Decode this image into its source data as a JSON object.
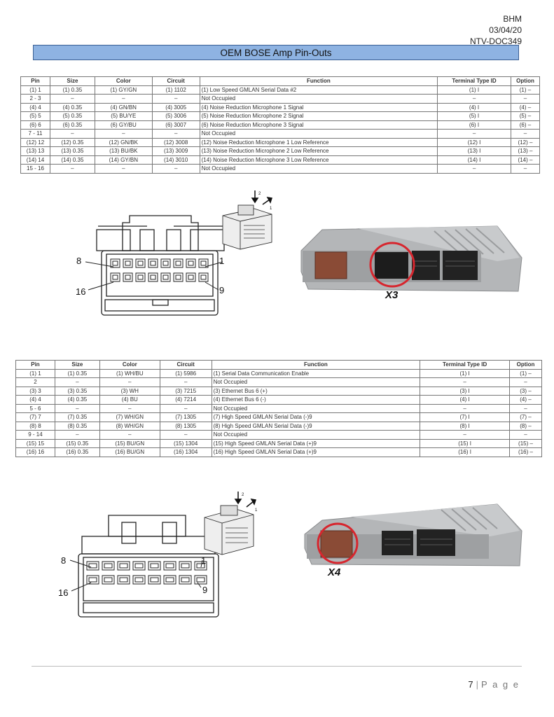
{
  "header": {
    "line1": "BHM",
    "line2": "03/04/20",
    "line3": "NTV-DOC349"
  },
  "title": "OEM BOSE Amp Pin-Outs",
  "columns": [
    "Pin",
    "Size",
    "Color",
    "Circuit",
    "Function",
    "Terminal Type ID",
    "Option"
  ],
  "table1": [
    [
      "(1) 1",
      "(1) 0.35",
      "(1) GY/GN",
      "(1) 1102",
      "(1) Low Speed GMLAN Serial Data #2",
      "(1) I",
      "(1) –"
    ],
    [
      "2 - 3",
      "–",
      "–",
      "–",
      "Not Occupied",
      "–",
      "–"
    ],
    [
      "(4) 4",
      "(4) 0.35",
      "(4) GN/BN",
      "(4) 3005",
      "(4) Noise Reduction Microphone 1 Signal",
      "(4) I",
      "(4) –"
    ],
    [
      "(5) 5",
      "(5) 0.35",
      "(5) BU/YE",
      "(5) 3006",
      "(5) Noise Reduction Microphone 2 Signal",
      "(5) I",
      "(5) –"
    ],
    [
      "(6) 6",
      "(6) 0.35",
      "(6) GY/BU",
      "(6) 3007",
      "(6) Noise Reduction Microphone 3 Signal",
      "(6) I",
      "(6) –"
    ],
    [
      "7 - 11",
      "–",
      "–",
      "–",
      "Not Occupied",
      "–",
      "–"
    ],
    [
      "(12) 12",
      "(12) 0.35",
      "(12) GN/BK",
      "(12) 3008",
      "(12) Noise Reduction Microphone 1 Low Reference",
      "(12) I",
      "(12) –"
    ],
    [
      "(13) 13",
      "(13) 0.35",
      "(13) BU/BK",
      "(13) 3009",
      "(13) Noise Reduction Microphone 2 Low Reference",
      "(13) I",
      "(13) –"
    ],
    [
      "(14) 14",
      "(14) 0.35",
      "(14) GY/BN",
      "(14) 3010",
      "(14) Noise Reduction Microphone 3 Low Reference",
      "(14) I",
      "(14) –"
    ],
    [
      "15 - 16",
      "–",
      "–",
      "–",
      "Not Occupied",
      "–",
      "–"
    ]
  ],
  "table2": [
    [
      "(1) 1",
      "(1) 0.35",
      "(1) WH/BU",
      "(1) 5986",
      "(1) Serial Data Communication Enable",
      "(1) I",
      "(1) –"
    ],
    [
      "2",
      "–",
      "–",
      "–",
      "Not Occupied",
      "–",
      "–"
    ],
    [
      "(3) 3",
      "(3) 0.35",
      "(3) WH",
      "(3) 7215",
      "(3) Ethernet Bus 6 (+)",
      "(3) I",
      "(3) –"
    ],
    [
      "(4) 4",
      "(4) 0.35",
      "(4) BU",
      "(4) 7214",
      "(4) Ethernet Bus 6 (-)",
      "(4) I",
      "(4) –"
    ],
    [
      "5 - 6",
      "–",
      "–",
      "–",
      "Not Occupied",
      "–",
      "–"
    ],
    [
      "(7) 7",
      "(7) 0.35",
      "(7) WH/GN",
      "(7) 1305",
      "(7) High Speed GMLAN Serial Data (-)9",
      "(7) I",
      "(7) –"
    ],
    [
      "(8) 8",
      "(8) 0.35",
      "(8) WH/GN",
      "(8) 1305",
      "(8) High Speed GMLAN Serial Data (-)9",
      "(8) I",
      "(8) –"
    ],
    [
      "9 - 14",
      "–",
      "–",
      "–",
      "Not Occupied",
      "–",
      "–"
    ],
    [
      "(15) 15",
      "(15) 0.35",
      "(15) BU/GN",
      "(15) 1304",
      "(15) High Speed GMLAN Serial Data (+)9",
      "(15) I",
      "(15) –"
    ],
    [
      "(16) 16",
      "(16) 0.35",
      "(16) BU/GN",
      "(16) 1304",
      "(16) High Speed GMLAN Serial Data (+)9",
      "(16) I",
      "(16) –"
    ]
  ],
  "figure1": {
    "pin_labels": [
      "8",
      "1",
      "16",
      "9"
    ],
    "arrow_labels": [
      "2",
      "1"
    ],
    "callout": "X3"
  },
  "figure2": {
    "pin_labels": [
      "8",
      "1",
      "16",
      "9"
    ],
    "arrow_labels": [
      "2",
      "1"
    ],
    "callout": "X4"
  },
  "colors": {
    "banner": "#8eb3e2",
    "callout_circle": "#d7262e",
    "amp_body": "#b4b6b8",
    "connector_brown": "#8a4b36"
  },
  "footer": {
    "page_number": "7",
    "separator": "|",
    "page_word": "P a g e"
  }
}
